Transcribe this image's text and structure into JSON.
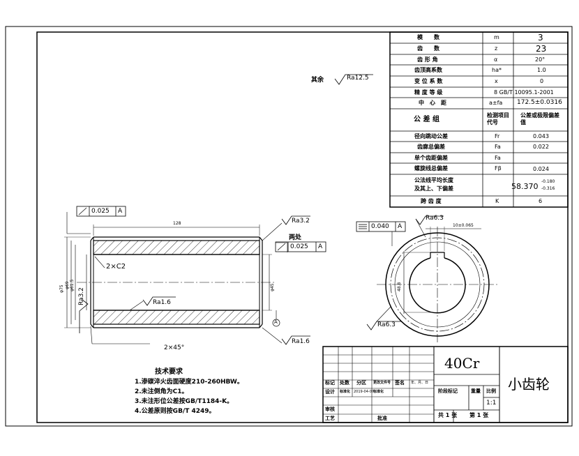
{
  "roughness_other": {
    "prefix": "其余",
    "value": "Ra12.5"
  },
  "gear_params": [
    {
      "name": "模　　数",
      "symbol": "m",
      "value": "3"
    },
    {
      "name": "齿　　数",
      "symbol": "z",
      "value": "23"
    },
    {
      "name": "齿 形 角",
      "symbol": "α",
      "value": "20°"
    },
    {
      "name": "齿顶高系数",
      "symbol": "ha*",
      "value": "1.0"
    },
    {
      "name": "变 位 系 数",
      "symbol": "x",
      "value": "0"
    },
    {
      "name": "精 度 等 级",
      "symbol": "",
      "value": "8 GB/T 10095.1-2001"
    },
    {
      "name": "中　心　距",
      "symbol": "a±fa",
      "value": "172.5±0.0316"
    }
  ],
  "tolerance_header": {
    "group": "公 差 组",
    "code": "检测项目代号",
    "value": "公差或极限偏差值"
  },
  "tolerance_rows": [
    {
      "name": "径向跳动公差",
      "symbol": "Fr",
      "value": "0.043"
    },
    {
      "name": "齿廓总偏差",
      "symbol": "Fa",
      "value": "0.022"
    },
    {
      "name": "单个齿距偏差",
      "symbol": "Fa",
      "value": ""
    },
    {
      "name": "螺旋线总偏差",
      "symbol": "Fβ",
      "value": "0.024"
    }
  ],
  "span_row": {
    "line1": "公法线平均长度",
    "line2": "及其上、下偏差",
    "value": "58.370",
    "upper": "-0.180",
    "lower": "-0.316"
  },
  "teeth_row": {
    "name": "跨 齿 度",
    "symbol": "K",
    "value": "6"
  },
  "front_view": {
    "length": "128",
    "runout_value": "0.025",
    "datum": "A",
    "rough_top": "Ra3.2",
    "rough_inner": "Ra1.6",
    "rough_left": "Ra3.2",
    "rough_bottom": "Ra1.6",
    "two_places": "两处",
    "runout_right_value": "0.025",
    "chamfer_inner": "2×C2",
    "chamfer_outer": "2×45°",
    "dia_outer": "φ75",
    "dia_mid": "φ69",
    "dia_root": "φ61.5",
    "dia_bore": "φ45"
  },
  "side_view": {
    "parallel_value": "0.040",
    "datum": "A",
    "rough_top": "Ra6.3",
    "rough_bottom": "Ra6.3",
    "keyway_width": "10±0.065",
    "keyway_depth": "48.8"
  },
  "tech_req": {
    "title": "技术要求",
    "items": [
      "1.渗碳淬火齿面硬度210-260HBW。",
      "2.未注倒角为C1。",
      "3.未注形位公差按GB/T1184-K。",
      "4.公差原则按GB/T 4249。"
    ]
  },
  "title_block": {
    "material": "40Cr",
    "part_name": "小齿轮",
    "row_labels": [
      "标记",
      "处数",
      "分区",
      "更改文件号",
      "签名",
      "年、月、日"
    ],
    "design": "设计",
    "design_extra": [
      "标准化",
      "2019-04-07",
      "标准化"
    ],
    "check": "审核",
    "process": "工艺",
    "approve": "批准",
    "stage": "阶段标记",
    "weight": "重量",
    "scale": "比例",
    "scale_value": "1:1",
    "sheets": "共 1 张",
    "sheet_no": "第 1 张"
  }
}
